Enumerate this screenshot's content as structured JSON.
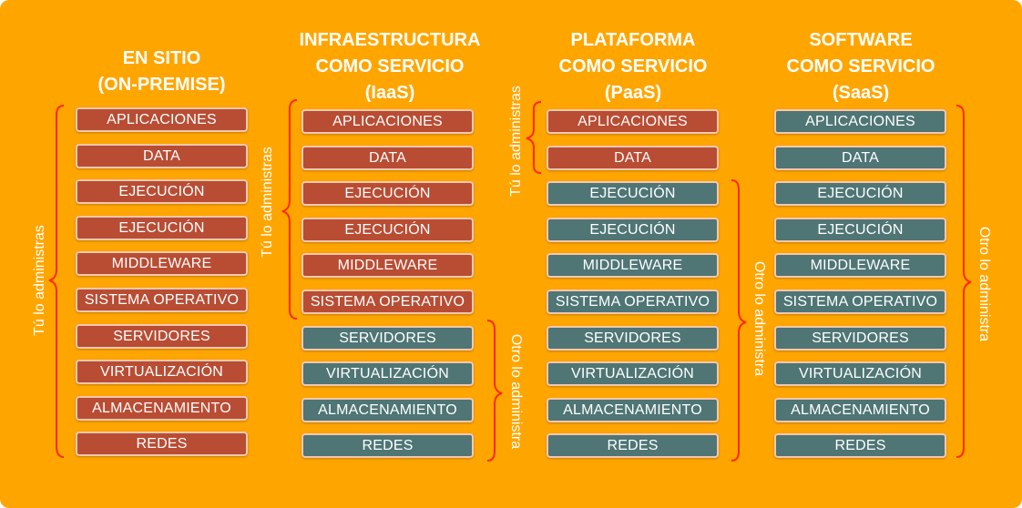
{
  "columns": [
    {
      "title": [
        "EN SITIO",
        "(ON-PREMISE)"
      ],
      "layers": [
        "APLICACIONES",
        "DATA",
        "EJECUCIÓN",
        "EJECUCIÓN",
        "MIDDLEWARE",
        "SISTEMA OPERATIVO",
        "SERVIDORES",
        "VIRTUALIZACIÓN",
        "ALMACENAMIENTO",
        "REDES"
      ],
      "managed_by_you_count": 10,
      "you_label": "Tú lo administras",
      "other_label": ""
    },
    {
      "title": [
        "INFRAESTRUCTURA",
        "COMO SERVICIO",
        "(IaaS)"
      ],
      "layers": [
        "APLICACIONES",
        "DATA",
        "EJECUCIÓN",
        "EJECUCIÓN",
        "MIDDLEWARE",
        "SISTEMA OPERATIVO",
        "SERVIDORES",
        "VIRTUALIZACIÓN",
        "ALMACENAMIENTO",
        "REDES"
      ],
      "managed_by_you_count": 6,
      "you_label": "Tú lo administras",
      "other_label": "Otro lo administra"
    },
    {
      "title": [
        "PLATAFORMA",
        "COMO SERVICIO",
        "(PaaS)"
      ],
      "layers": [
        "APLICACIONES",
        "DATA",
        "EJECUCIÓN",
        "EJECUCIÓN",
        "MIDDLEWARE",
        "SISTEMA OPERATIVO",
        "SERVIDORES",
        "VIRTUALIZACIÓN",
        "ALMACENAMIENTO",
        "REDES"
      ],
      "managed_by_you_count": 2,
      "you_label": "Tú lo administras",
      "other_label": "Otro lo administra"
    },
    {
      "title": [
        "SOFTWARE",
        "COMO SERVICIO",
        "(SaaS)"
      ],
      "layers": [
        "APLICACIONES",
        "DATA",
        "EJECUCIÓN",
        "EJECUCIÓN",
        "MIDDLEWARE",
        "SISTEMA OPERATIVO",
        "SERVIDORES",
        "VIRTUALIZACIÓN",
        "ALMACENAMIENTO",
        "REDES"
      ],
      "managed_by_you_count": 0,
      "you_label": "",
      "other_label": "Otro lo administra"
    }
  ],
  "colors": {
    "background": "#ffa500",
    "you_manage": "#b84d34",
    "other_manages": "#4f7575",
    "brace": "#ff2a00"
  }
}
